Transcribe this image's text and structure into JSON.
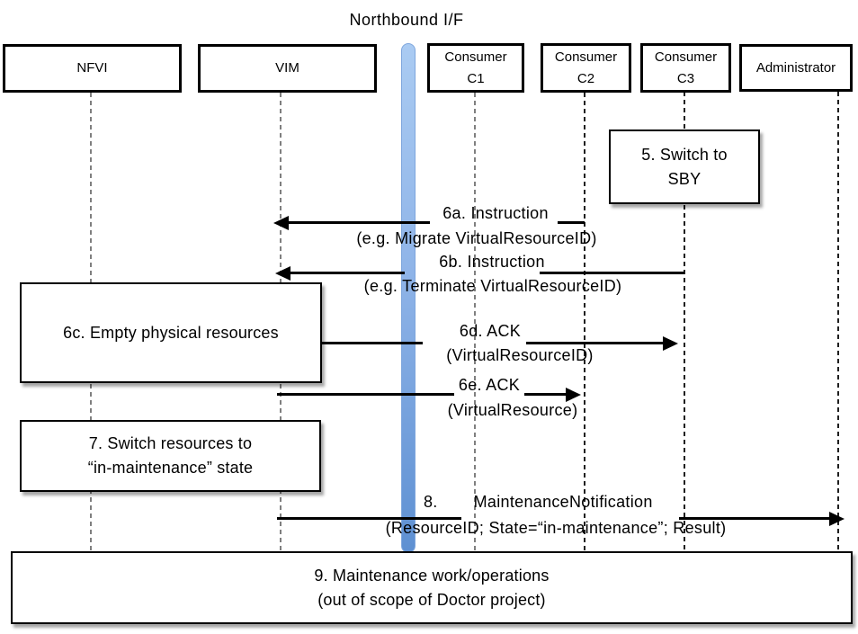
{
  "title": "Northbound I/F",
  "actors": {
    "nfvi": "NFVI",
    "vim": "VIM",
    "c1": "Consumer\nC1",
    "c2": "Consumer\nC2",
    "c3": "Consumer\nC3",
    "admin": "Administrator"
  },
  "boxes": {
    "b5": "5. Switch to\nSBY",
    "b6c": "6c. Empty physical resources",
    "b7": "7. Switch resources to\n“in-maintenance” state",
    "b9": "9. Maintenance work/operations\n(out of scope of Doctor project)"
  },
  "messages": {
    "m6a_title": "6a. Instruction",
    "m6a_param": "(e.g. Migrate VirtualResourceID)",
    "m6b_title": "6b. Instruction",
    "m6b_param": "(e.g. Terminate VirtualResourceID)",
    "m6d_title": "6d. ACK",
    "m6d_param": "(VirtualResourceID)",
    "m6e_title": "6e. ACK",
    "m6e_param": "(VirtualResource)",
    "m8_number": "8.",
    "m8_title": "MaintenanceNotification",
    "m8_param": "(ResourceID; State=“in-maintenance”; Result)"
  },
  "colors": {
    "northbound_bar_top": "#aacbf2",
    "northbound_bar_bottom": "#5e90d2",
    "northbound_bar_border": "#7ea6dd",
    "lifeline_gray": "#7f7f7f",
    "lifeline_dark": "#1f1f1f",
    "arrow_black": "#000000",
    "box_fill": "#ffffff"
  }
}
